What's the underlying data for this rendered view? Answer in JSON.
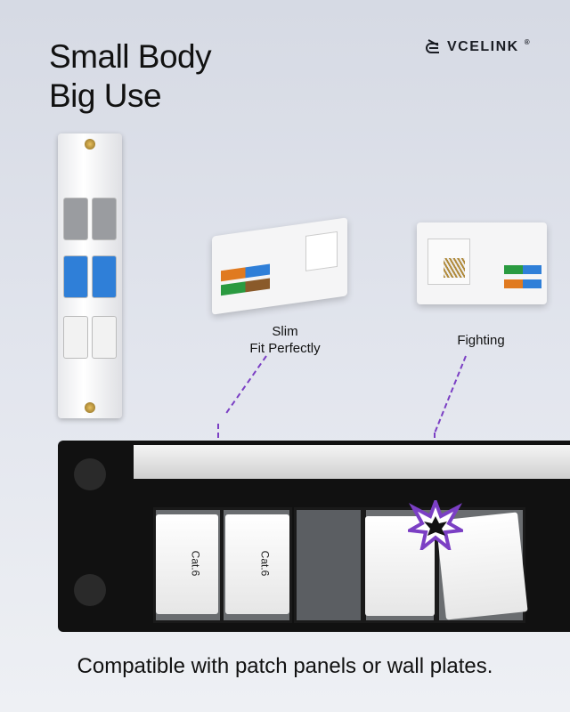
{
  "headline": {
    "line1": "Small Body",
    "line2": "Big Use"
  },
  "brand": {
    "name": "VCELINK",
    "mark": "®"
  },
  "labels": {
    "slim_line1": "Slim",
    "slim_line2": "Fit Perfectly",
    "fighting": "Fighting"
  },
  "module_label": "Cat.6",
  "caption": "Compatible with patch panels or wall plates.",
  "colors": {
    "accent_dashed": "#7b3fc4",
    "jack_blue": "#2f7fd8",
    "jack_gray": "#8a8c90"
  }
}
